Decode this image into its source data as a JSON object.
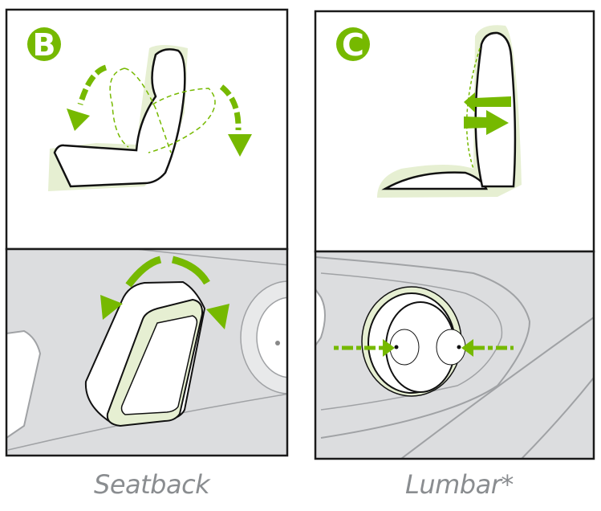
{
  "panels": [
    {
      "badge": "B",
      "caption": "Seatback"
    },
    {
      "badge": "C",
      "caption": "Lumbar*"
    }
  ],
  "colors": {
    "accent_green": "#76b900",
    "highlight_green": "#e6efd2",
    "panel_gray": "#dcdddf",
    "outline": "#1a1a1a",
    "caption_gray": "#8a8d90"
  }
}
